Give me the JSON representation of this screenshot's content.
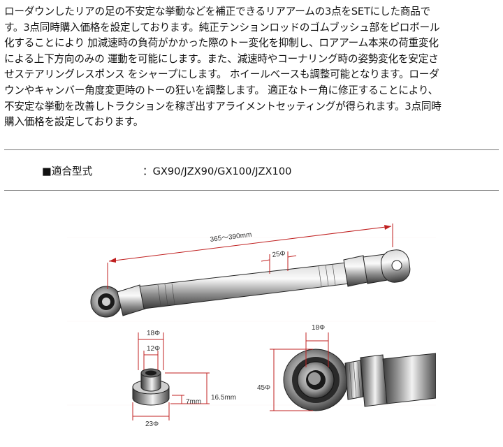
{
  "description": {
    "lines": [
      "ローダウンしたリアの足の不安定な挙動などを補正できるリアアームの3点をSETにした商品で",
      "す。3点同時購入価格を設定しております。純正テンションロッドのゴムブッシュ部をピロボール",
      "化することにより 加減速時の負荷がかかった際のトー変化を抑制し、ロアアーム本来の荷重変化",
      "による上下方向のみの 運動を可能にします。また、減速時やコーナリング時の姿勢変化を安定さ",
      "せステアリングレスポンス をシャープにします。 ホイールベースも調整可能となります。ローダ",
      "ウンやキャンバー角度変更時のトーの狂いを調整します。 適正なトー角に修正することにより、",
      "不安定な挙動を改善しトラクションを稼ぎ出すアライメントセッティングが得られます。3点同時",
      "購入価格を設定しております。"
    ]
  },
  "spec": {
    "label": "■適合型式",
    "value": "：GX90/JZX90/GX100/JZX100"
  },
  "figure": {
    "length_label": "365～390mm",
    "rod_dia_label": "25Φ",
    "bush_outer_top_label": "18Φ",
    "bush_inner_label": "12Φ",
    "bush_height_label": "16.5mm",
    "bush_flange_label": "7mm",
    "bush_bottom_label": "23Φ",
    "pillow_inner_label": "18Φ",
    "pillow_outer_label": "45Φ"
  }
}
